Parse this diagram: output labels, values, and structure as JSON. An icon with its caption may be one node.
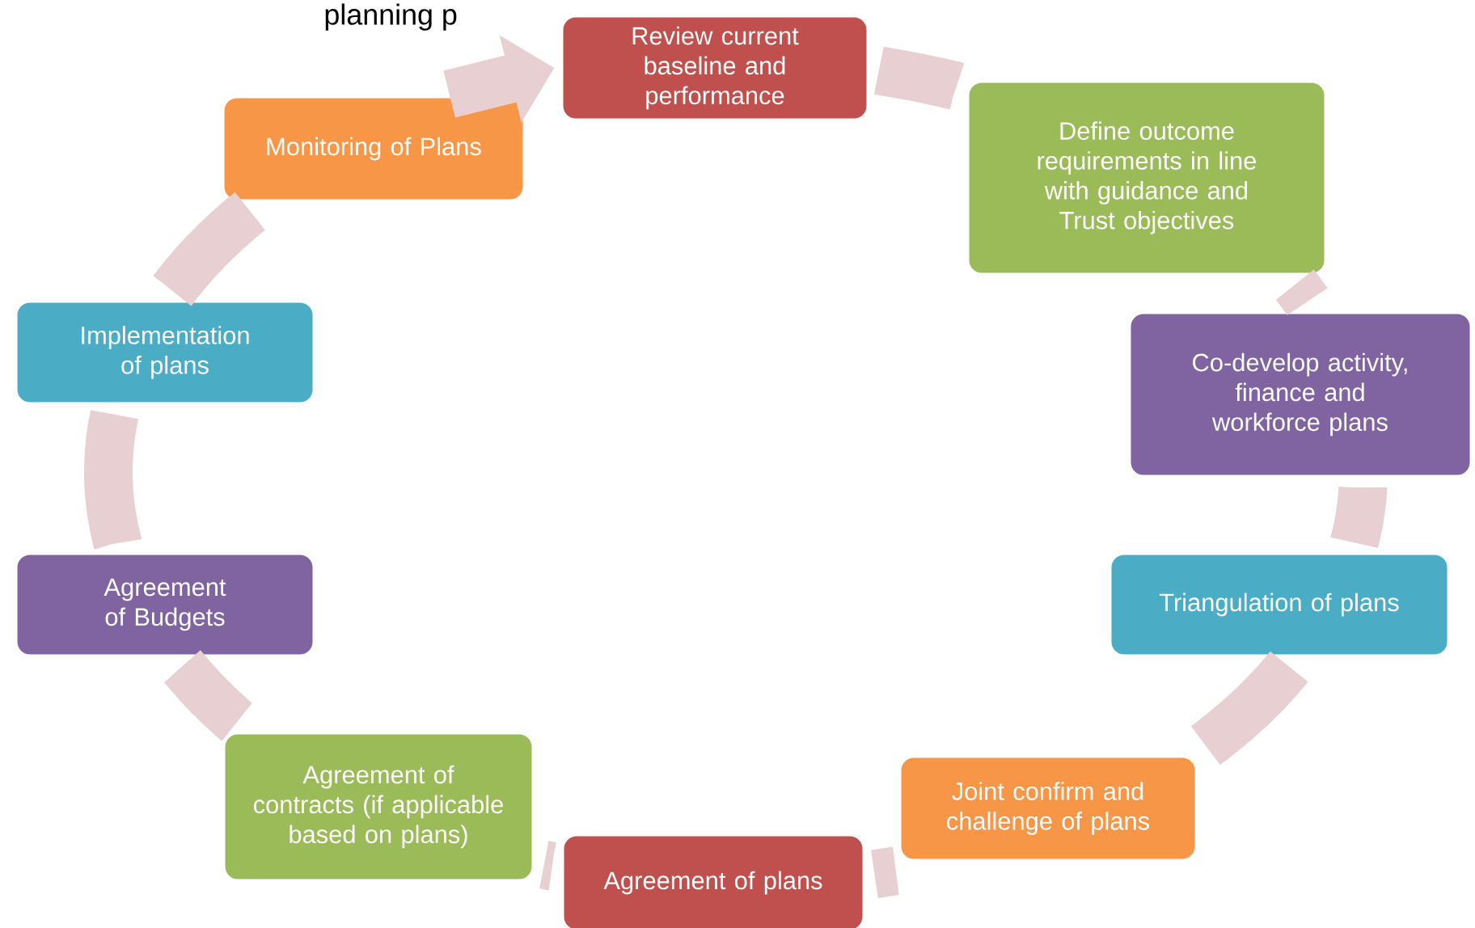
{
  "diagram": {
    "nodes": [
      {
        "text": [
          "Review current baseline and performance"
        ]
      },
      {
        "text": [
          "Define outcome requirements in line with guidance and Trust objectives"
        ]
      },
      {
        "text": [
          "Co-develop activity, finance and workforce plans"
        ]
      },
      {
        "text": [
          "Triangulation of plans"
        ]
      },
      {
        "text": [
          "Joint confirm and challenge of plans"
        ]
      },
      {
        "text": [
          "Agreement of plans"
        ]
      },
      {
        "text": [
          "Agreement of contracts (if applicable based on plans)"
        ]
      },
      {
        "text": [
          "Agreement of Budgets"
        ]
      },
      {
        "text": [
          "Implementation of plans"
        ]
      },
      {
        "text": [
          "Monitoring of Plans"
        ]
      }
    ],
    "edges": [
      {
        "from": 0,
        "to": 1,
        "arrow": "none"
      },
      {
        "from": 1,
        "to": 2,
        "arrow": "none"
      },
      {
        "from": 2,
        "to": 3,
        "arrow": "none"
      },
      {
        "from": 3,
        "to": 4,
        "arrow": "none"
      },
      {
        "from": 4,
        "to": 5,
        "arrow": "none"
      },
      {
        "from": 5,
        "to": 6,
        "arrow": "none"
      },
      {
        "from": 6,
        "to": 7,
        "arrow": "none"
      },
      {
        "from": 7,
        "to": 8,
        "arrow": "none"
      },
      {
        "from": 8,
        "to": 9,
        "arrow": "none"
      },
      {
        "from": 9,
        "to": 0,
        "arrow": "to"
      }
    ],
    "labels": [
      "planning p"
    ]
  }
}
